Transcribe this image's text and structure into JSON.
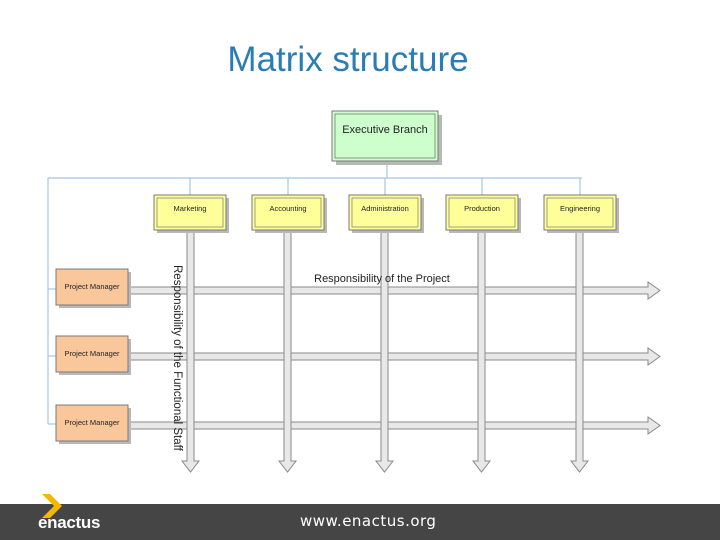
{
  "slide": {
    "title": "Matrix structure"
  },
  "diagram": {
    "top_box": "Executive Branch",
    "departments": [
      "Marketing",
      "Accounting",
      "Administration",
      "Production",
      "Engineering"
    ],
    "project_managers": [
      "Project Manager",
      "Project Manager",
      "Project Manager"
    ],
    "horizontal_label": "Responsibility of the Project",
    "vertical_label": "Responsibility of the Functional Staff",
    "colors": {
      "exec_fill": "#ccffcc",
      "dept_fill": "#ffff99",
      "pm_fill": "#f9c79a",
      "arrow_fill": "#e8e8e8"
    }
  },
  "footer": {
    "logo_text": "enactus",
    "url": "www.enactus.org"
  }
}
